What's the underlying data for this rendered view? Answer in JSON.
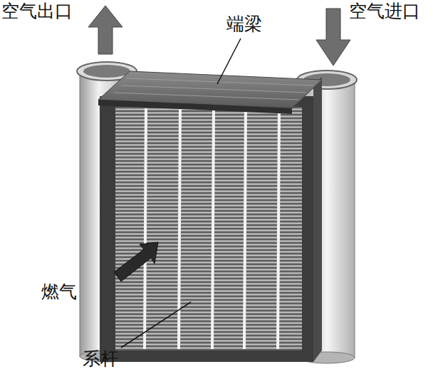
{
  "diagram": {
    "labels": [
      "空气出口",
      "端梁",
      "空气进口",
      "燃气",
      "系杆"
    ]
  }
}
